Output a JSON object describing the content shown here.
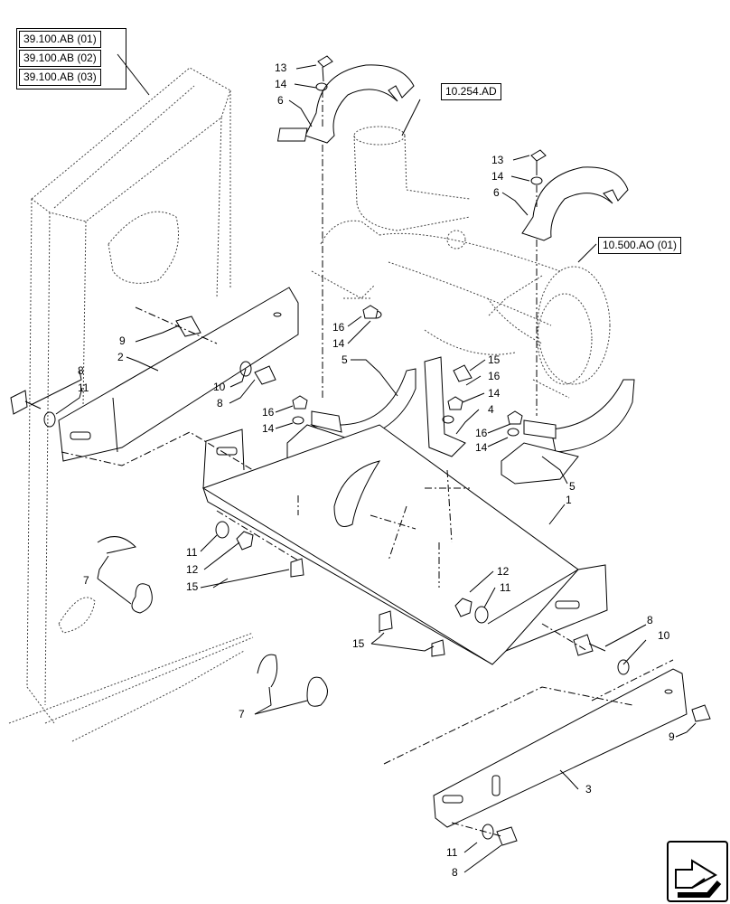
{
  "references": [
    {
      "label": "39.100.AB (01)"
    },
    {
      "label": "39.100.AB (02)"
    },
    {
      "label": "39.100.AB (03)"
    },
    {
      "label": "10.254.AD"
    },
    {
      "label": "10.500.AO (01)"
    }
  ],
  "callouts": [
    "13",
    "14",
    "6",
    "13",
    "14",
    "6",
    "16",
    "14",
    "5",
    "15",
    "16",
    "14",
    "4",
    "16",
    "14",
    "5",
    "9",
    "2",
    "8",
    "11",
    "10",
    "8",
    "16",
    "14",
    "1",
    "11",
    "12",
    "15",
    "7",
    "12",
    "11",
    "15",
    "7",
    "8",
    "10",
    "9",
    "3",
    "11",
    "8"
  ],
  "nav": {
    "icon": "next-page-arrow-icon"
  }
}
